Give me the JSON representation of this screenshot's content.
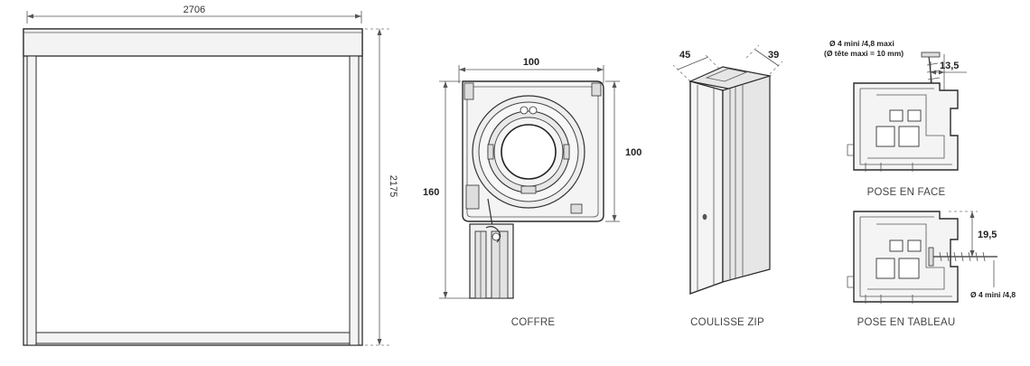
{
  "elevation": {
    "width_label": "2706",
    "height_label": "2175"
  },
  "coffre": {
    "caption": "COFFRE",
    "width_label": "100",
    "height_box_label": "100",
    "height_total_label": "160"
  },
  "coulisse": {
    "caption": "COULISSE ZIP",
    "dim_a_label": "45",
    "dim_b_label": "39"
  },
  "pose_face": {
    "caption": "POSE EN FACE",
    "screw_note_1": "Ø 4 mini /4,8 maxi",
    "screw_note_2": "(Ø tête maxi = 10 mm)",
    "offset_label": "13,5"
  },
  "pose_tableau": {
    "caption": "POSE EN TABLEAU",
    "offset_label": "19,5",
    "screw_note": "Ø 4 mini /4,8"
  }
}
